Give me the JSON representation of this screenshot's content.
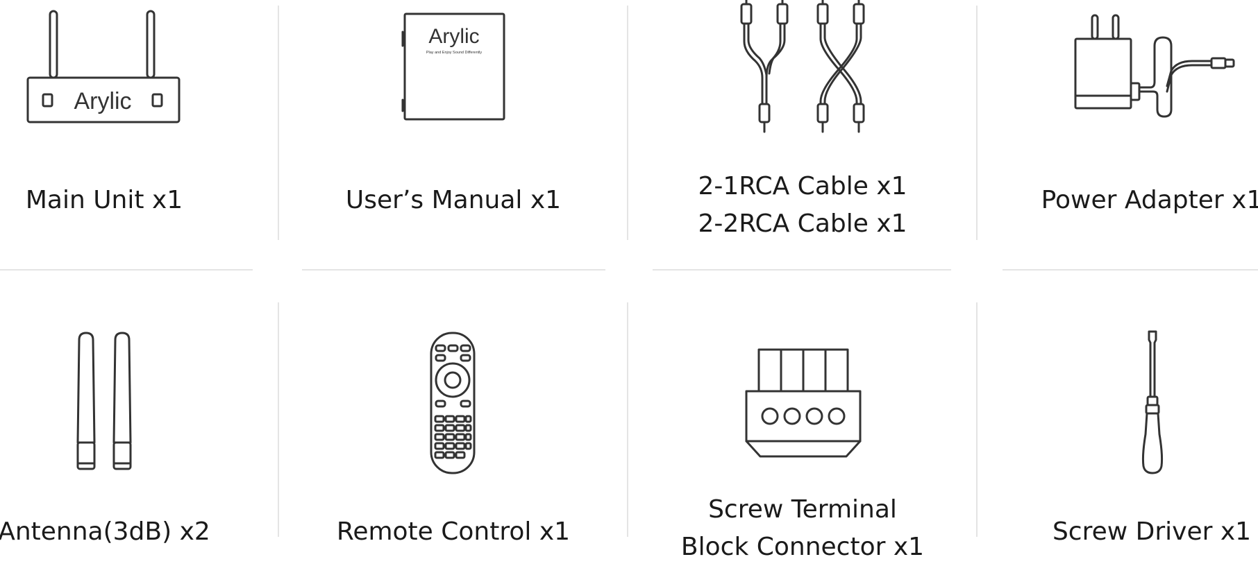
{
  "items": [
    {
      "lines": [
        "Main Unit x1"
      ],
      "icon": "main-unit-icon",
      "logo_text": "Arylic"
    },
    {
      "lines": [
        "User’s Manual x1"
      ],
      "icon": "manual-icon",
      "logo_text": "Arylic",
      "tagline": "Play and Enjoy Sound Differently"
    },
    {
      "lines": [
        "2-1RCA Cable x1",
        "2-2RCA Cable x1"
      ],
      "icon": "rca-cable-icon"
    },
    {
      "lines": [
        "Power Adapter x1"
      ],
      "icon": "power-adapter-icon"
    },
    {
      "lines": [
        "Antenna(3dB) x2"
      ],
      "icon": "antenna-icon"
    },
    {
      "lines": [
        "Remote Control x1"
      ],
      "icon": "remote-control-icon"
    },
    {
      "lines": [
        "Screw Terminal",
        "Block Connector x1"
      ],
      "icon": "screw-terminal-icon"
    },
    {
      "lines": [
        "Screw Driver x1"
      ],
      "icon": "screwdriver-icon"
    }
  ],
  "colors": {
    "line": "#333333",
    "divider": "#e4e4e4",
    "text": "#1a1a1a"
  }
}
